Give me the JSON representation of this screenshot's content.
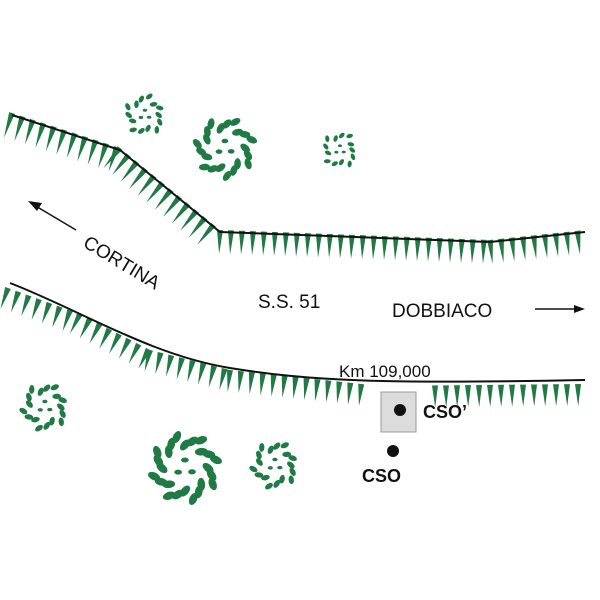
{
  "labels": {
    "cortina": "CORTINA",
    "road": "S.S. 51",
    "dobbiaco": "DOBBIACO",
    "km": "Km 109,000",
    "cso_prime": "CSO’",
    "cso": "CSO"
  },
  "colors": {
    "vegetation": "#1f7a43",
    "road_line": "#111111",
    "station_box": "#dcdcdc"
  },
  "icons": [
    "tree-icon",
    "arrow-left-icon",
    "arrow-right-icon",
    "station-marker-icon"
  ]
}
